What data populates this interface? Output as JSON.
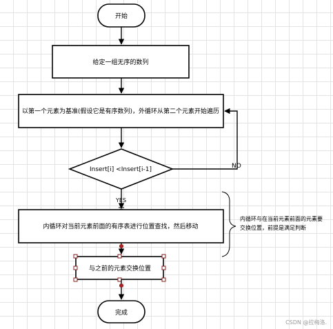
{
  "flowchart": {
    "start": "开始",
    "step1": "给定一组无序的数列",
    "step2": "以第一个元素为基准(假设它是有序数列)，外循环从第二个元素开始遍历",
    "decision": "Insert[i] <Insert[i-1]",
    "no_label": "NO",
    "yes_label": "YES",
    "step3": "内循环对当前元素前面的有序表进行位置查找，然后移动",
    "step4": "与之前的元素交换位置",
    "end": "完成",
    "annotation_line1": "内循环与在当前元素前面的元素要",
    "annotation_line2": "交换位置，前提是满足判断"
  },
  "watermark": "CSDN @拉梅洛."
}
